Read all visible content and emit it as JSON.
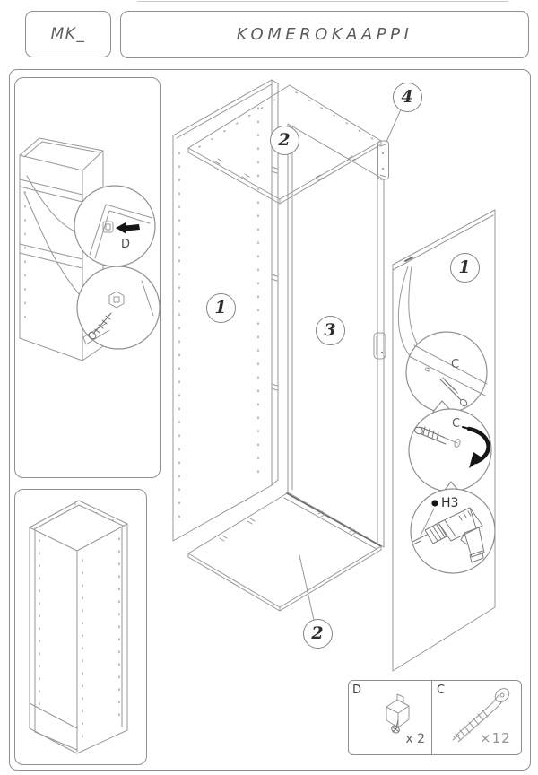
{
  "header": {
    "model_code": "MK_",
    "title": "KOMEROKAAPPI"
  },
  "callouts": {
    "top_panel": "2",
    "wall_bracket": "4",
    "left_side_panel": "1",
    "right_side_panel": "3",
    "door_panel": "1",
    "bottom_panel": "2"
  },
  "detail_labels": {
    "cover_cap": "D",
    "pilot_screw": "C",
    "turn_screw": "C",
    "drill_bit": "H3"
  },
  "hardware_legend": {
    "items": [
      {
        "code": "D",
        "qty": "x 2"
      },
      {
        "code": "C",
        "qty": "×12"
      }
    ]
  },
  "colors": {
    "line": "#979797",
    "border": "#8f8f8f",
    "text_dark": "#2e2e2e",
    "text_gray": "#7d7d7d",
    "accent_black": "#161616",
    "background": "#ffffff"
  }
}
